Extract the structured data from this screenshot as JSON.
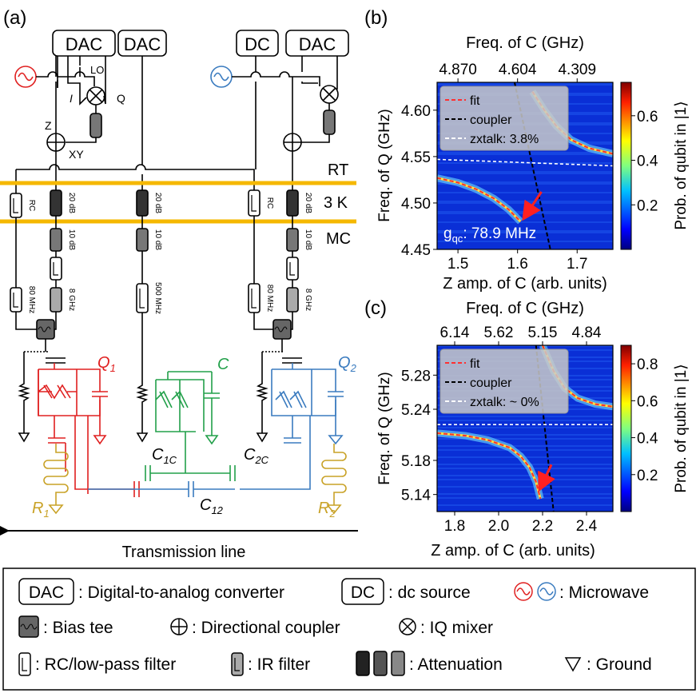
{
  "panels": {
    "a": "(a)",
    "b": "(b)",
    "c": "(c)"
  },
  "boxes": {
    "dac1": "DAC",
    "dac2": "DAC",
    "dc": "DC",
    "dac3": "DAC"
  },
  "labels": {
    "lo": "LO",
    "i": "I",
    "q": "Q",
    "z": "Z",
    "xy": "XY",
    "rt": "RT",
    "three_k": "3 K",
    "mc": "MC",
    "rc_left": "RC",
    "rc_right": "RC",
    "att20_1": "20 dB",
    "att20_2": "20 dB",
    "att20_3": "20 dB",
    "att10_1": "10 dB",
    "att10_2": "10 dB",
    "att10_3": "10 dB",
    "lp80_1": "80 MHz",
    "lp80_2": "80 MHz",
    "ir8_1": "8 GHz",
    "ir500": "500 MHz",
    "ir8_2": "8 GHz",
    "q1": "Q",
    "q1_sub": "1",
    "c": "C",
    "q2": "Q",
    "q2_sub": "2",
    "c1c": "C",
    "c1c_sub": "1C",
    "c2c": "C",
    "c2c_sub": "2C",
    "c12": "C",
    "c12_sub": "12",
    "r1": "R",
    "r1_sub": "1",
    "r2": "R",
    "r2_sub": "2",
    "transmission": "Transmission line"
  },
  "colors": {
    "q1": "#e02020",
    "c": "#22a04a",
    "q2": "#3a7bbf",
    "res": "#c9a227",
    "stage": "#f5b800",
    "mw_red": "#e02020",
    "mw_blue": "#3a7bbf"
  },
  "legend": {
    "dac": "DAC",
    "dac_text": ": Digital-to-analog converter",
    "dc": "DC",
    "dc_text": ": dc source",
    "mw_text": ": Microwave",
    "bias_text": ": Bias tee",
    "dircoup_text": ": Directional coupler",
    "iq_text": ": IQ mixer",
    "rc_text": ": RC/low-pass filter",
    "ir_text": ": IR filter",
    "att_text": ": Attenuation",
    "ground_text": ": Ground"
  },
  "chart_data": [
    {
      "type": "heatmap",
      "panel": "(b)",
      "top_axis_label": "Freq. of C (GHz)",
      "top_ticks": [
        "4.870",
        "4.604",
        "4.309"
      ],
      "top_tick_x": [
        1.5,
        1.6,
        1.7
      ],
      "xlabel": "Z amp. of C (arb. units)",
      "xlim": [
        1.465,
        1.76
      ],
      "xticks": [
        1.5,
        1.6,
        1.7
      ],
      "xticklabels": [
        "1.5",
        "1.6",
        "1.7"
      ],
      "ylabel": "Freq. of Q (GHz)",
      "ylim": [
        4.45,
        4.63
      ],
      "yticks": [
        4.45,
        4.5,
        4.55,
        4.6
      ],
      "yticklabels": [
        "4.45",
        "4.50",
        "4.55",
        "4.60"
      ],
      "colorbar_label": "Prob. of qubit in |1⟩",
      "colorbar_range": [
        0,
        0.75
      ],
      "colorbar_ticks": [
        "0.2",
        "0.4",
        "0.6"
      ],
      "colorbar_tick_values": [
        0.2,
        0.4,
        0.6
      ],
      "legend": [
        {
          "name": "fit",
          "color": "#ff3030"
        },
        {
          "name": "coupler",
          "color": "#000000"
        },
        {
          "name": "zxtalk: 3.8%",
          "color": "#ffffff"
        }
      ],
      "annotation": "g",
      "annotation_sub": "qc",
      "annotation_value": ": 78.9 MHz",
      "lower_branch": {
        "x": [
          1.465,
          1.5,
          1.53,
          1.56,
          1.585,
          1.605
        ],
        "y": [
          4.527,
          4.522,
          4.515,
          4.505,
          4.493,
          4.48
        ]
      },
      "upper_branch": {
        "x": [
          1.625,
          1.645,
          1.665,
          1.69,
          1.72,
          1.76
        ],
        "y": [
          4.62,
          4.6,
          4.583,
          4.568,
          4.559,
          4.553
        ]
      },
      "coupler_line": {
        "x": [
          1.595,
          1.655
        ],
        "y": [
          4.63,
          4.45
        ]
      },
      "zxtalk_line": {
        "x": [
          1.465,
          1.76
        ],
        "y": [
          4.547,
          4.54
        ]
      },
      "arrow": {
        "from": [
          1.64,
          4.512
        ],
        "to": [
          1.612,
          4.485
        ]
      }
    },
    {
      "type": "heatmap",
      "panel": "(c)",
      "top_axis_label": "Freq. of C (GHz)",
      "top_ticks": [
        "6.14",
        "5.62",
        "5.15",
        "4.84"
      ],
      "top_tick_x": [
        1.8,
        2.0,
        2.2,
        2.4
      ],
      "xlabel": "Z amp. of C (arb. units)",
      "xlim": [
        1.72,
        2.52
      ],
      "xticks": [
        1.8,
        2.0,
        2.2,
        2.4
      ],
      "xticklabels": [
        "1.8",
        "2.0",
        "2.2",
        "2.4"
      ],
      "ylabel": "Freq. of Q (GHz)",
      "ylim": [
        5.12,
        5.315
      ],
      "yticks": [
        5.14,
        5.18,
        5.24,
        5.28
      ],
      "yticklabels": [
        "5.14",
        "5.18",
        "5.24",
        "5.28"
      ],
      "colorbar_label": "Prob. of qubit in |1⟩",
      "colorbar_range": [
        0,
        0.9
      ],
      "colorbar_ticks": [
        "0.2",
        "0.4",
        "0.6",
        "0.8"
      ],
      "colorbar_tick_values": [
        0.2,
        0.4,
        0.6,
        0.8
      ],
      "legend": [
        {
          "name": "fit",
          "color": "#ff3030"
        },
        {
          "name": "coupler",
          "color": "#000000"
        },
        {
          "name": "zxtalk: ~ 0%",
          "color": "#ffffff"
        }
      ],
      "lower_branch": {
        "x": [
          1.72,
          1.85,
          1.95,
          2.05,
          2.1,
          2.14,
          2.17,
          2.19
        ],
        "y": [
          5.212,
          5.209,
          5.204,
          5.195,
          5.185,
          5.172,
          5.155,
          5.135
        ]
      },
      "upper_branch": {
        "x": [
          2.2,
          2.25,
          2.3,
          2.36,
          2.44,
          2.52
        ],
        "y": [
          5.315,
          5.285,
          5.265,
          5.253,
          5.246,
          5.243
        ]
      },
      "coupler_line": {
        "x": [
          2.17,
          2.25
        ],
        "y": [
          5.315,
          5.12
        ]
      },
      "zxtalk_line": {
        "x": [
          1.72,
          2.52
        ],
        "y": [
          5.222,
          5.222
        ]
      },
      "arrow": {
        "from": [
          2.24,
          5.175
        ],
        "to": [
          2.19,
          5.148
        ]
      }
    }
  ]
}
